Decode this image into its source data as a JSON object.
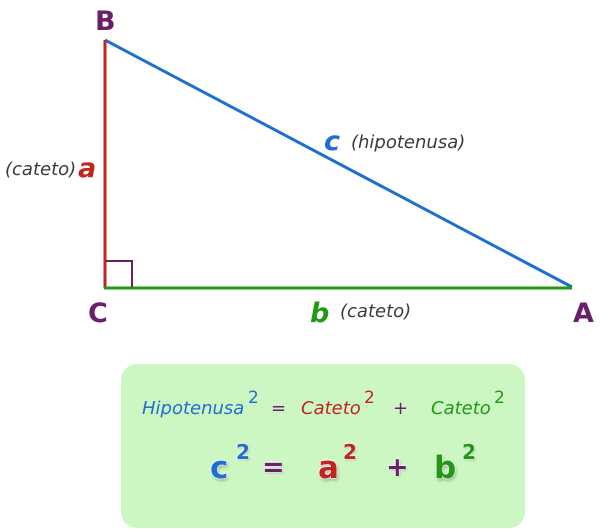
{
  "colors": {
    "hypotenuse": "#1e6fd0",
    "leg_a": "#c0261e",
    "leg_b": "#1f9a12",
    "vertex": "#6b1f6b",
    "note": "#3a3a3a",
    "box_background": "#ccf7c2"
  },
  "triangle": {
    "vertices": {
      "B": "B",
      "C": "C",
      "A": "A"
    },
    "sides": {
      "a": {
        "letter": "a",
        "note": "(cateto)"
      },
      "b": {
        "letter": "b",
        "note": "(cateto)"
      },
      "c": {
        "letter": "c",
        "note": "(hipotenusa)"
      }
    }
  },
  "formula": {
    "words": {
      "hypotenuse": "Hipotenusa",
      "leg1": "Cateto",
      "leg2": "Cateto",
      "exponent": "2",
      "equals": "=",
      "plus": "+"
    },
    "symbols": {
      "c": "c",
      "a": "a",
      "b": "b",
      "exponent": "2",
      "equals": "=",
      "plus": "+"
    }
  }
}
